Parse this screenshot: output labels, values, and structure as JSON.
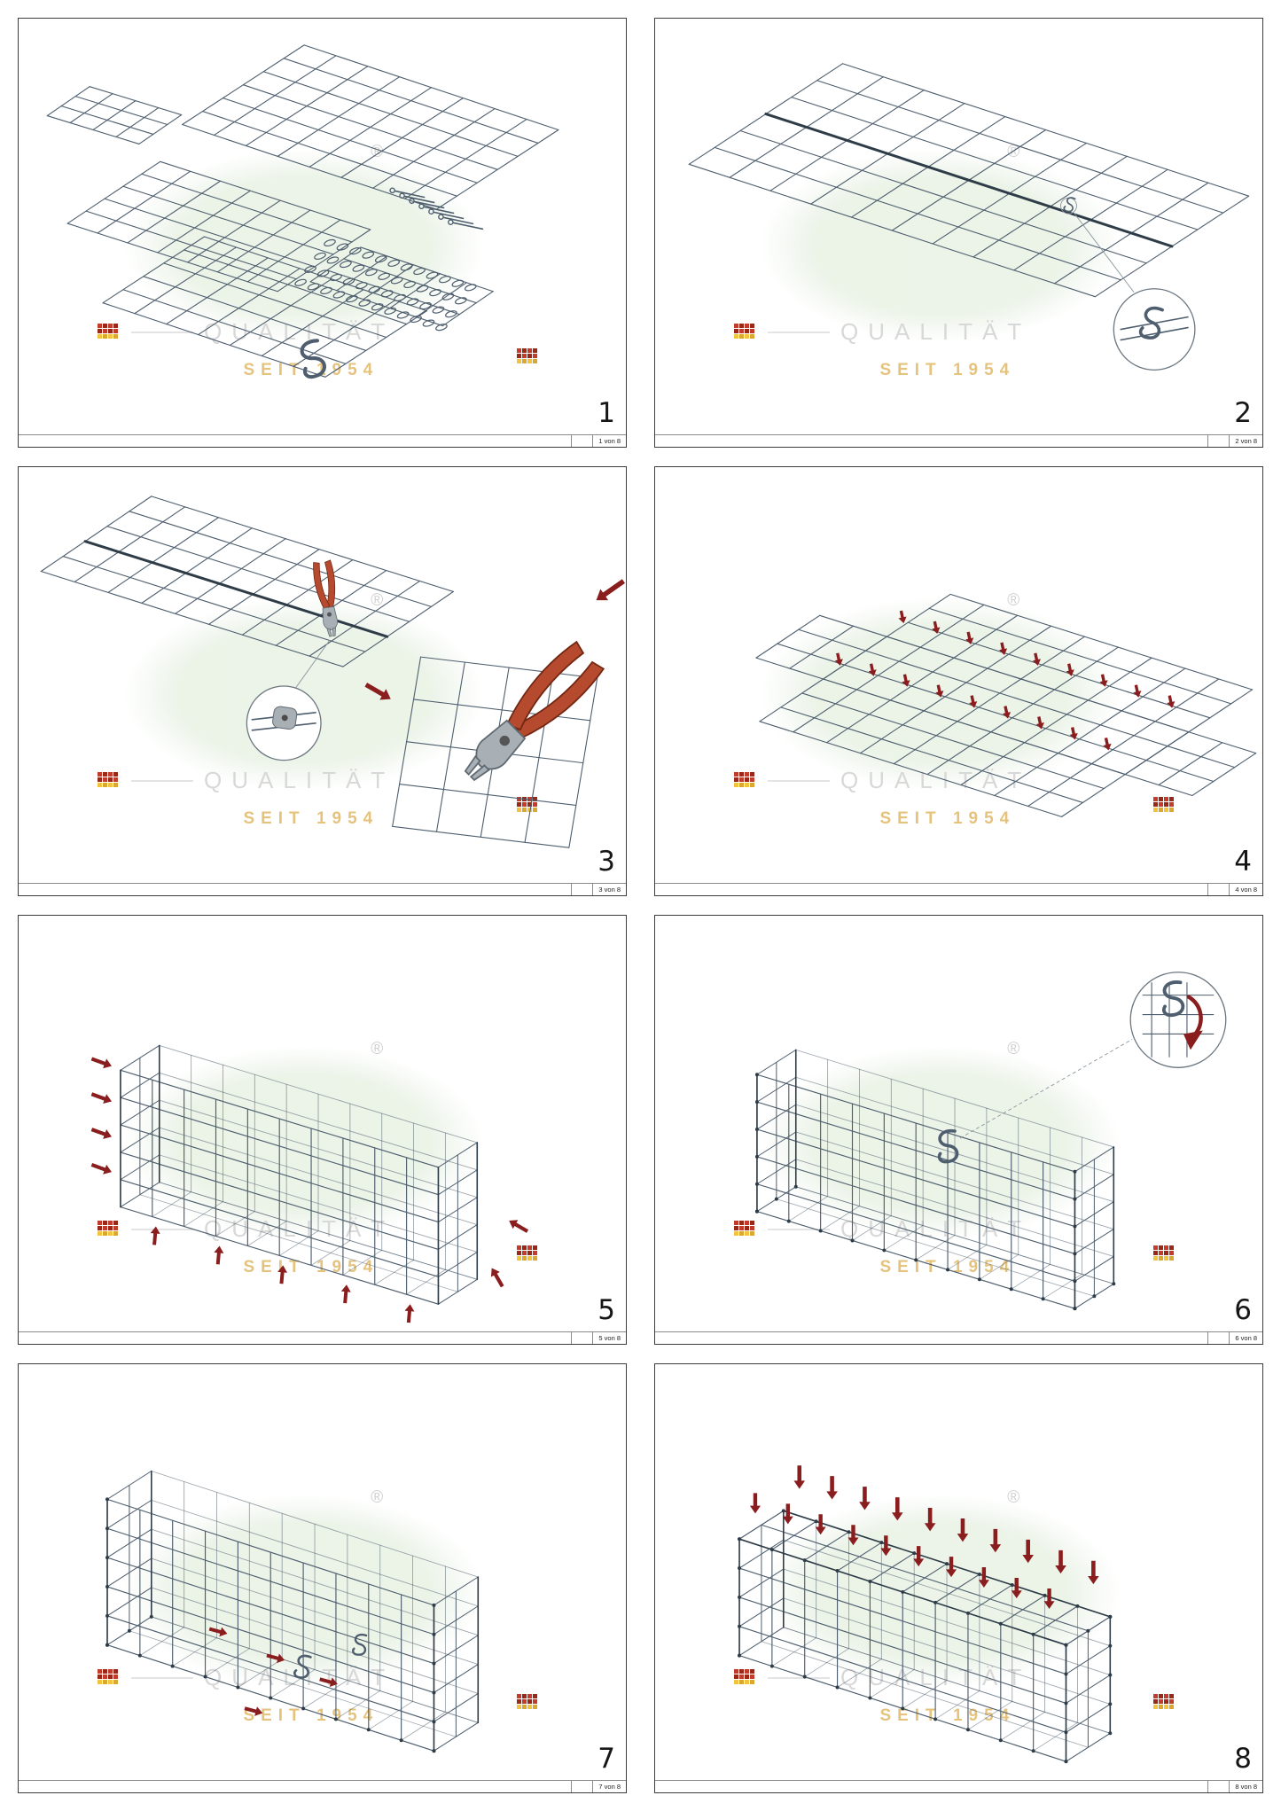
{
  "watermark": {
    "brand_text": "QUALITÄT",
    "sub_text": "SEIT 1954",
    "reg_mark": "®",
    "colors": {
      "ellipse": "#dcead6",
      "brand_text": "#d8d8d8",
      "sub_text": "#e5c37c",
      "logo_red": "#c23b2b",
      "logo_dark_red": "#992818",
      "logo_yellow": "#f2c43d",
      "logo_gold": "#daa72f"
    }
  },
  "colors": {
    "mesh": "#4e5e6e",
    "mesh_dark": "#2e3c48",
    "arrow": "#8a1d1d",
    "tool_handle": "#b54a2f",
    "tool_metal": "#a8b0b6",
    "panel_border": "#3c3c3c"
  },
  "panels": [
    {
      "step": "1",
      "page_label": "1 von 8",
      "illustration": "parts-overview"
    },
    {
      "step": "2",
      "page_label": "2 von 8",
      "illustration": "mesh-panels-joined-spiral-detail"
    },
    {
      "step": "3",
      "page_label": "3 von 8",
      "illustration": "pliers-crimping-clips"
    },
    {
      "step": "4",
      "page_label": "4 von 8",
      "illustration": "flat-layout-fold-arrows"
    },
    {
      "step": "5",
      "page_label": "5 von 8",
      "illustration": "folded-basket-edge-arrows"
    },
    {
      "step": "6",
      "page_label": "6 von 8",
      "illustration": "basket-c-hook-detail"
    },
    {
      "step": "7",
      "page_label": "7 von 8",
      "illustration": "basket-inner-fastening-arrows"
    },
    {
      "step": "8",
      "page_label": "8 von 8",
      "illustration": "lid-closing-arrows"
    }
  ]
}
